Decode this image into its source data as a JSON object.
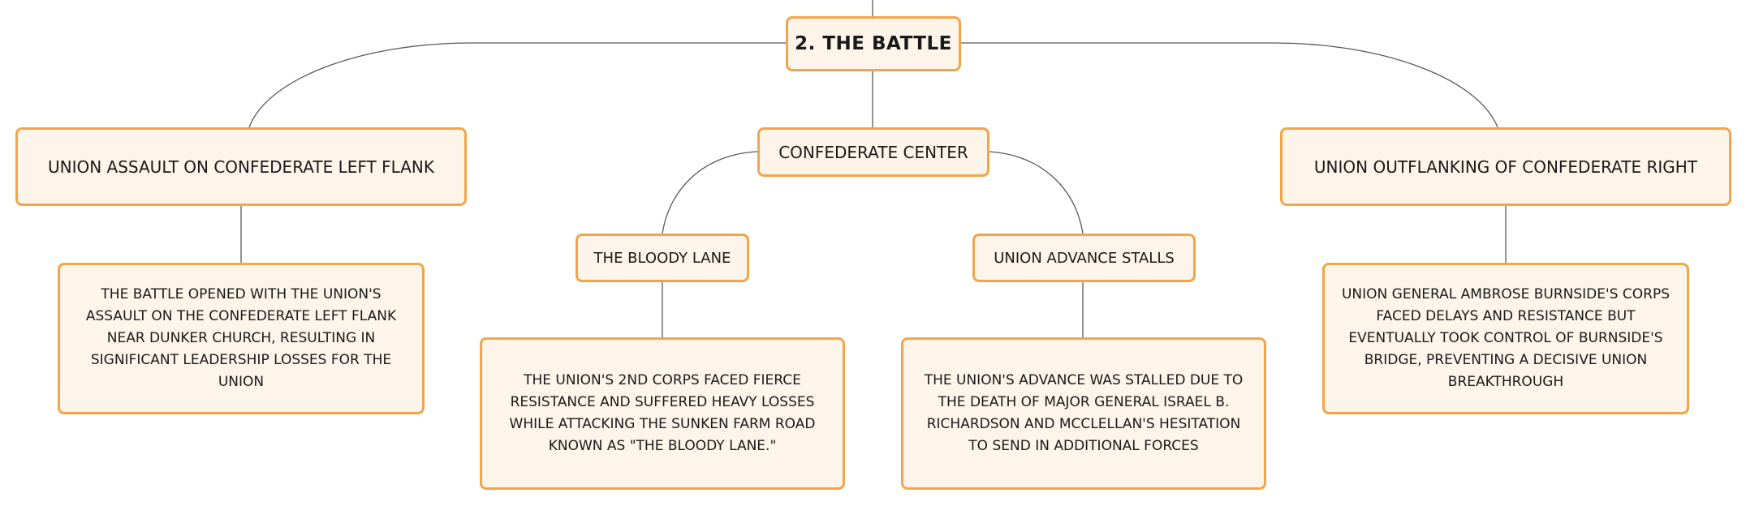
{
  "diagram": {
    "root": {
      "label": "2. THE BATTLE"
    },
    "branches": [
      {
        "label": "UNION ASSAULT ON CONFEDERATE LEFT FLANK",
        "details": [
          "THE BATTLE OPENED WITH THE UNION'S ASSAULT ON THE CONFEDERATE LEFT FLANK NEAR DUNKER CHURCH, RESULTING IN SIGNIFICANT LEADERSHIP LOSSES FOR THE UNION"
        ]
      },
      {
        "label": "CONFEDERATE CENTER",
        "children": [
          {
            "label": "THE BLOODY LANE",
            "detail": "THE UNION'S 2ND CORPS FACED FIERCE RESISTANCE AND SUFFERED HEAVY LOSSES WHILE ATTACKING THE SUNKEN FARM ROAD KNOWN AS \"THE BLOODY LANE.\""
          },
          {
            "label": "UNION ADVANCE STALLS",
            "detail": "THE UNION'S ADVANCE WAS STALLED DUE TO THE DEATH OF MAJOR GENERAL ISRAEL B. RICHARDSON AND MCCLELLAN'S HESITATION TO SEND IN ADDITIONAL FORCES"
          }
        ]
      },
      {
        "label": "UNION OUTFLANKING OF CONFEDERATE RIGHT",
        "details": [
          "UNION GENERAL AMBROSE BURNSIDE'S CORPS FACED DELAYS AND RESISTANCE BUT EVENTUALLY TOOK CONTROL OF BURNSIDE'S BRIDGE, PREVENTING A DECISIVE UNION BREAKTHROUGH"
        ]
      }
    ]
  },
  "colors": {
    "node_fill": "#fdf4ea",
    "node_border": "#f2a54a",
    "connector": "#555555"
  }
}
